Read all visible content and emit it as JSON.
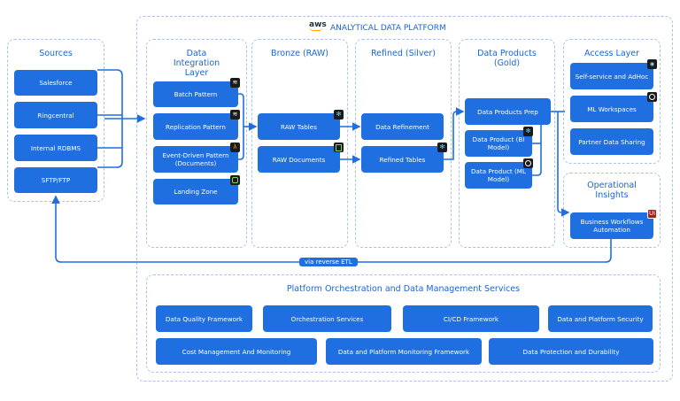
{
  "platform": {
    "aws": "aws",
    "title": "ANALYTICAL DATA PLATFORM"
  },
  "sources": {
    "title": "Sources",
    "items": [
      "Salesforce",
      "Ringcentral",
      "Internal RDBMS",
      "SFTP/FTP"
    ]
  },
  "integration": {
    "title": "Data Integration Layer",
    "items": [
      "Batch Pattern",
      "Replication Pattern",
      "Event-Driven Pattern (Documents)",
      "Landing Zone"
    ]
  },
  "bronze": {
    "title": "Bronze (RAW)",
    "items": [
      "RAW Tables",
      "RAW Documents"
    ]
  },
  "silver": {
    "title": "Refined (Silver)",
    "items": [
      "Data Refinement",
      "Refined Tables"
    ]
  },
  "gold": {
    "title": "Data Products (Gold)",
    "items": [
      "Data Products Prep",
      "Data Product (BI Model)",
      "Data Product (ML Model)"
    ]
  },
  "access": {
    "title": "Access Layer",
    "items": [
      "Self-service and AdHoc",
      "ML Workspaces",
      "Partner Data Sharing"
    ]
  },
  "insights": {
    "title": "Operational Insights",
    "items": [
      "Business Workflows Automation"
    ]
  },
  "reverse_etl": "via reverse ETL",
  "orchestration": {
    "title": "Platform Orchestration and Data Management Services",
    "row1": [
      "Data Quality Framework",
      "Orchestration Services",
      "CI/CD Framework",
      "Data and Platform Security"
    ],
    "row2": [
      "Cost Management And Monitoring",
      "Data and Platform Monitoring Framework",
      "Data Protection and Durability"
    ]
  },
  "colors": {
    "accent": "#1f6fe0",
    "panel_border": "#a9c4e6",
    "title": "#1a64d6"
  },
  "icons": {
    "batch": "stack-logo-icon",
    "replication": "stack-logo-icon",
    "event": "lambda-icon",
    "landing": "s3-bucket-icon",
    "raw_tables": "snowflake-icon",
    "raw_docs": "document-icon",
    "refined": "snowflake-icon",
    "bi": "snowflake-icon",
    "ml": "openai-icon",
    "selfservice": "query-icon",
    "mlworkspace": "openai-icon",
    "workflow": "uipath-icon"
  }
}
